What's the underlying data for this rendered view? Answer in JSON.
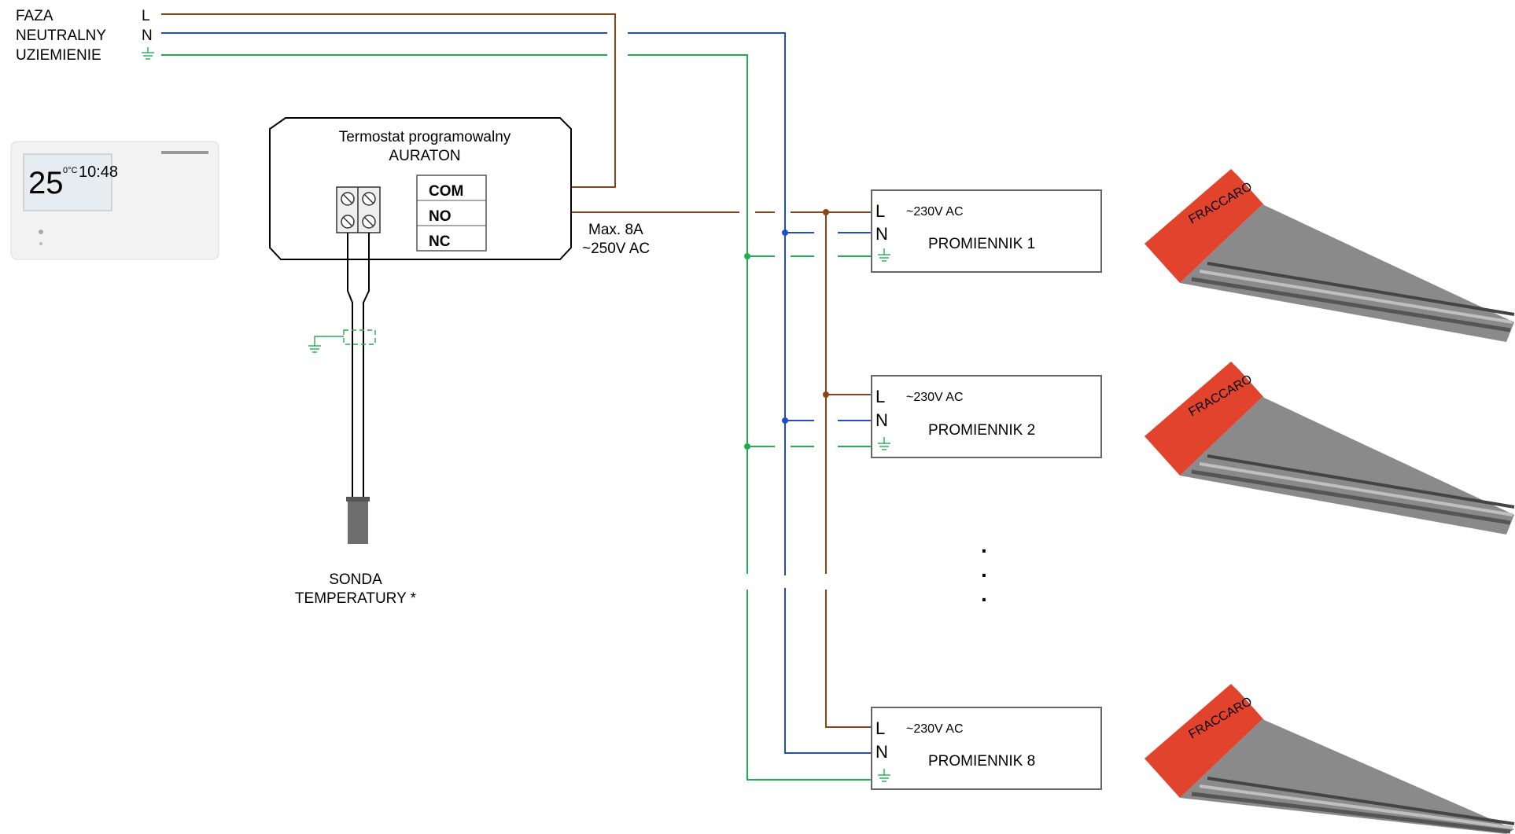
{
  "legend": {
    "phase": {
      "name": "FAZA",
      "symbol": "L"
    },
    "neutral": {
      "name": "NEUTRALNY",
      "symbol": "N"
    },
    "earth": {
      "name": "UZIEMIENIE",
      "symbol": "earth-symbol"
    }
  },
  "colors": {
    "phase": "#8b4513",
    "neutral": "#1f4fc7",
    "earth": "#1fae4f"
  },
  "thermostat": {
    "title": "Termostat programowalny",
    "model": "AURATON",
    "terminals": [
      "COM",
      "NO",
      "NC"
    ],
    "rating_current": "Max. 8A",
    "rating_voltage": "~250V AC",
    "display_temp": "25",
    "display_unit": "0°C",
    "display_time": "10:48"
  },
  "probe": {
    "line1": "SONDA",
    "line2": "TEMPERATURY *"
  },
  "heaters": [
    {
      "name": "PROMIENNIK 1",
      "L": "L",
      "N": "N",
      "voltage": "~230V AC",
      "brand": "FRACCARO"
    },
    {
      "name": "PROMIENNIK 2",
      "L": "L",
      "N": "N",
      "voltage": "~230V AC",
      "brand": "FRACCARO"
    },
    {
      "name": "PROMIENNIK 8",
      "L": "L",
      "N": "N",
      "voltage": "~230V AC",
      "brand": "FRACCARO"
    }
  ],
  "ellipsis": "·"
}
